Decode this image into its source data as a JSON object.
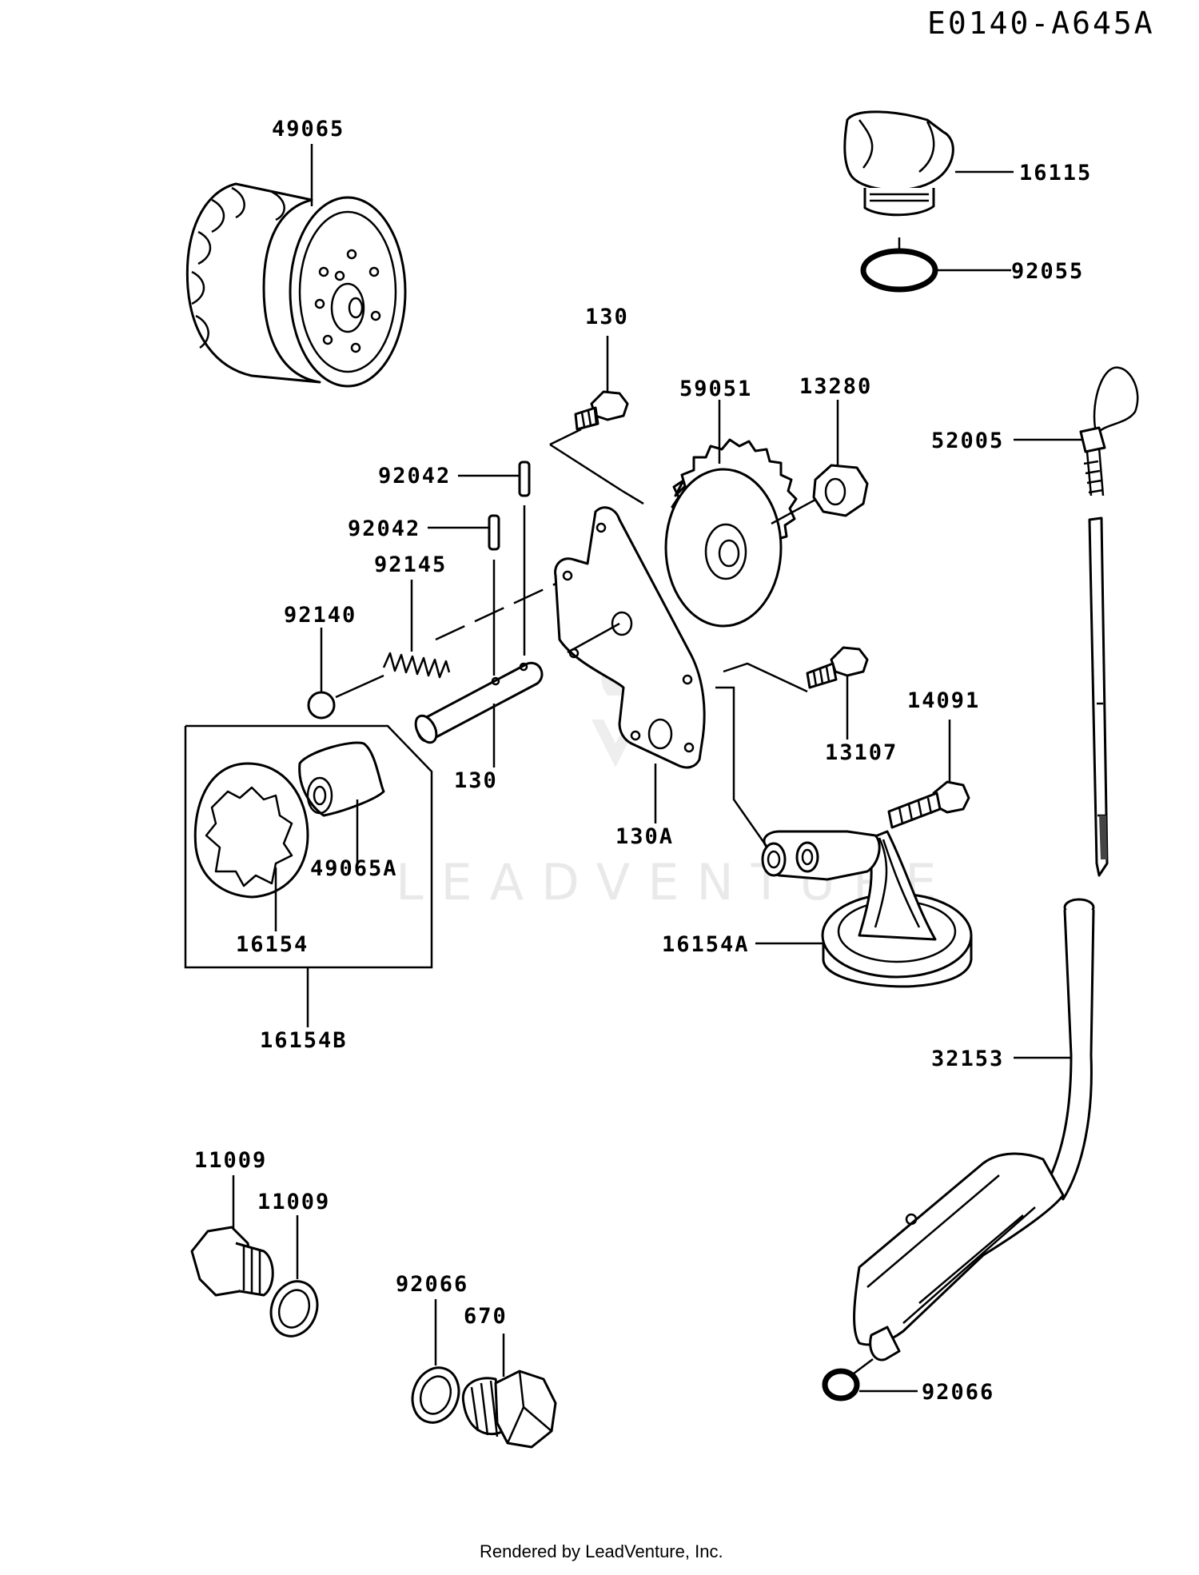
{
  "diagram_id": "E0140-A645A",
  "footer": "Rendered by LeadVenture, Inc.",
  "watermark": "LEADVENTURE",
  "callouts": [
    {
      "id": "49065"
    },
    {
      "id": "16115"
    },
    {
      "id": "92055"
    },
    {
      "id": "130"
    },
    {
      "id": "59051"
    },
    {
      "id": "13280"
    },
    {
      "id": "52005"
    },
    {
      "id": "92042"
    },
    {
      "id": "92042"
    },
    {
      "id": "92145"
    },
    {
      "id": "92140"
    },
    {
      "id": "130"
    },
    {
      "id": "130A"
    },
    {
      "id": "13107"
    },
    {
      "id": "14091"
    },
    {
      "id": "16154A"
    },
    {
      "id": "16154"
    },
    {
      "id": "49065A"
    },
    {
      "id": "16154B"
    },
    {
      "id": "32153"
    },
    {
      "id": "92066"
    },
    {
      "id": "11009"
    },
    {
      "id": "11009"
    },
    {
      "id": "92066"
    },
    {
      "id": "670"
    }
  ]
}
